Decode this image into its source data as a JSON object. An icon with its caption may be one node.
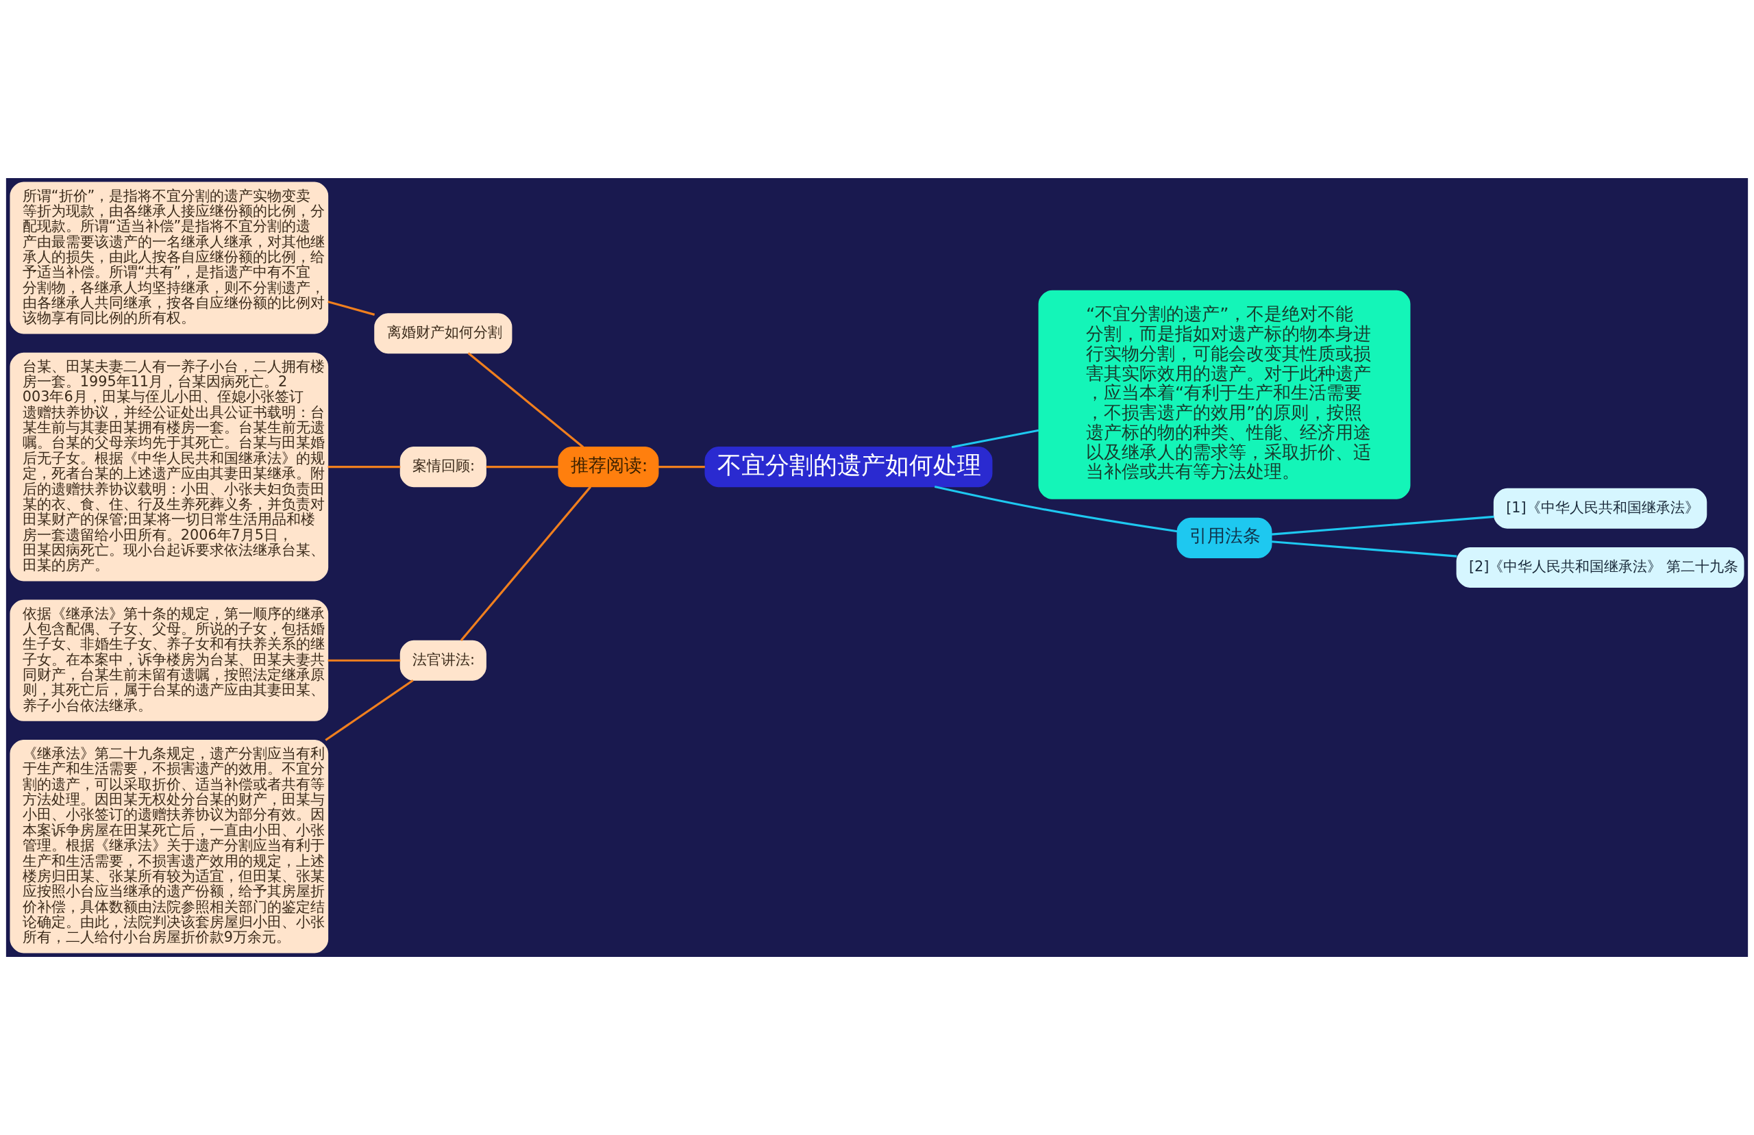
{
  "diagram": {
    "nodes": [
      {
        "text": [
          "不宜分割的遗产如何处理"
        ]
      },
      {
        "text": [
          "推荐阅读:"
        ]
      },
      {
        "text": [
          "离婚财产如何分割"
        ]
      },
      {
        "text": [
          "所谓“折价”，是指将不宜分割的遗产实物变卖等折为现款，由各继承人接应继份额的比例，分配现款。所谓“适当补偿”是指将不宜分割的遗产由最需要该遗产的一名继承人继承，对其他继承人的损失，由此人按各自应继份额的比例，给予适当补偿。所谓“共有”，是指遗产中有不宜分割物，各继承人均坚持继承，则不分割遗产，由各继承人共同继承，按各自应继份额的比例对该物享有同比例的所有权。"
        ]
      },
      {
        "text": [
          "案情回顾:"
        ]
      },
      {
        "text": [
          "台某、田某夫妻二人有一养子小台，二人拥有楼房一套。1995年11月，台某因病死亡。2003年6月，田某与侄儿小田、侄媳小张签订遗赠扶养协议，并经公证处出具公证书载明：台某生前与其妻田某拥有楼房一套。台某生前无遗嘱。台某的父母亲均先于其死亡。台某与田某婚后无子女。根据《中华人民共和国继承法》的规定，死者台某的上述遗产应由其妻田某继承。附后的遗赠扶养协议载明：小田、小张夫妇负责田某的衣、食、住、行及生养死葬义务，并负责对田某财产的保管;田某将一切日常生活用品和楼房一套遗留给小田所有。2006年7月5日，田某因病死亡。现小台起诉要求依法继承台某、田某的房产。"
        ]
      },
      {
        "text": [
          "法官讲法:"
        ]
      },
      {
        "text": [
          "依据《继承法》第十条的规定，第一顺序的继承人包含配偶、子女、父母。所说的子女，包括婚生子女、非婚生子女、养子女和有扶养关系的继子女。在本案中，诉争楼房为台某、田某夫妻共同财产，台某生前未留有遗嘱，按照法定继承原则，其死亡后，属于台某的遗产应由其妻田某、养子小台依法继承。"
        ]
      },
      {
        "text": [
          "《继承法》第二十九条规定，遗产分割应当有利于生产和生活需要，不损害遗产的效用。不宜分割的遗产，可以采取折价、适当补偿或者共有等方法处理。因田某无权处分台某的财产，田某与小田、小张签订的遗赠扶养协议为部分有效。因本案诉争房屋在田某死亡后，一直由小田、小张管理。根据《继承法》关于遗产分割应当有利于生产和生活需要，不损害遗产效用的规定，上述楼房归田某、张某所有较为适宜，但田某、张某应按照小台应当继承的遗产份额，给予其房屋折价补偿，具体数额由法院参照相关部门的鉴定结论确定。由此，法院判决该套房屋归小田、小张所有，二人给付小台房屋折价款9万余元。"
        ]
      },
      {
        "text": [
          "“不宜分割的遗产”，不是绝对不能分割，而是指如对遗产标的物本身进行实物分割，可能会改变其性质或损害其实际效用的遗产。对于此种遗产，应当本着“有利于生产和生活需要，不损害遗产的效用”的原则，按照遗产标的物的种类、性能、经济用途以及继承人的需求等，采取折价、适当补偿或共有等方法处理。"
        ]
      },
      {
        "text": [
          "引用法条"
        ]
      },
      {
        "text": [
          "[1]《中华人民共和国继承法》"
        ]
      },
      {
        "text": [
          "[2]《中华人民共和国继承法》 第二十九条"
        ]
      }
    ],
    "edges": [
      {
        "from": 0,
        "to": 1,
        "arrow": "none"
      },
      {
        "from": 1,
        "to": 2,
        "arrow": "none"
      },
      {
        "from": 2,
        "to": 3,
        "arrow": "none"
      },
      {
        "from": 1,
        "to": 4,
        "arrow": "none"
      },
      {
        "from": 4,
        "to": 5,
        "arrow": "none"
      },
      {
        "from": 1,
        "to": 6,
        "arrow": "none"
      },
      {
        "from": 6,
        "to": 7,
        "arrow": "none"
      },
      {
        "from": 6,
        "to": 8,
        "arrow": "none"
      },
      {
        "from": 0,
        "to": 9,
        "arrow": "none",
        "color": "#1ec8f0"
      },
      {
        "from": 0,
        "to": 10,
        "arrow": "none",
        "color": "#1ec8f0"
      },
      {
        "from": 10,
        "to": 11,
        "arrow": "none",
        "color": "#1ec8f0"
      },
      {
        "from": 10,
        "to": 12,
        "arrow": "none",
        "color": "#1ec8f0"
      }
    ]
  }
}
